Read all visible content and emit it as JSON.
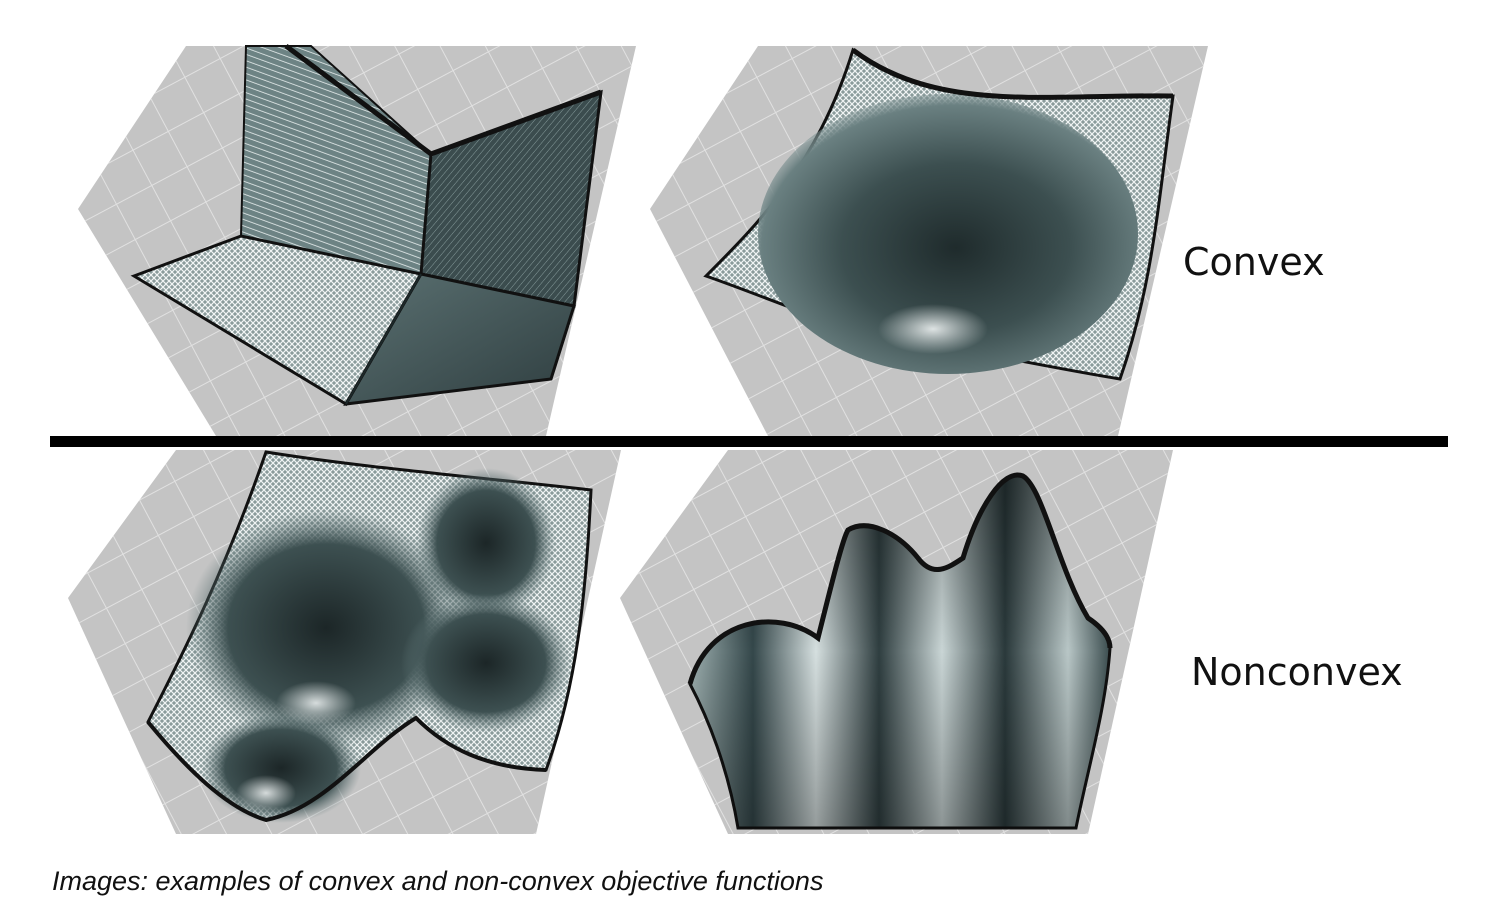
{
  "labels": {
    "convex": "Convex",
    "nonconvex": "Nonconvex"
  },
  "caption": "Images: examples of convex and non-convex objective functions",
  "colors": {
    "background": "#ffffff",
    "grid_plane": "#c4c4c4",
    "grid_lines": "#e4e4e4",
    "surface_dark": "#2f3e40",
    "surface_mid": "#5d7476",
    "surface_light": "#d9e2e2",
    "divider": "#000000"
  },
  "figures": [
    {
      "group": "convex",
      "shape": "piecewise-linear-corner"
    },
    {
      "group": "convex",
      "shape": "bowl"
    },
    {
      "group": "nonconvex",
      "shape": "multi-well-sheet"
    },
    {
      "group": "nonconvex",
      "shape": "wavy-ridges"
    }
  ]
}
